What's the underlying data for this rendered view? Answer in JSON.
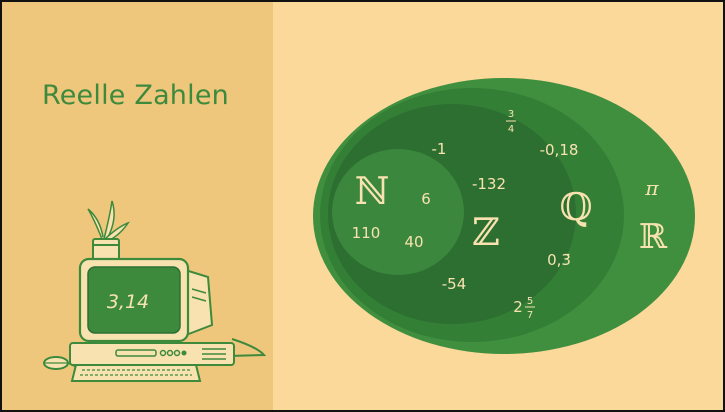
{
  "title": "Reelle Zahlen",
  "screen_value": "3,14",
  "colors": {
    "panel_left": "#efc77c",
    "background": "#fbd99a",
    "set_R": "#3f8f3f",
    "set_Q": "#347f36",
    "set_Z": "#2c6f31",
    "set_N": "#3b873d",
    "text": "#f8e3b0",
    "title": "#3d8a3d"
  },
  "sets": {
    "N": {
      "symbol": "ℕ",
      "members": [
        "6",
        "110",
        "40"
      ]
    },
    "Z": {
      "symbol": "ℤ",
      "members": [
        "-1",
        "-132",
        "-54"
      ]
    },
    "Q": {
      "symbol": "ℚ",
      "members": [
        "-0,18",
        "0,3̄"
      ]
    },
    "R": {
      "symbol": "ℝ",
      "members": [
        "π"
      ]
    }
  },
  "fractions": {
    "three_quarters": {
      "num": "3",
      "den": "4"
    },
    "two_five_sevenths": {
      "whole": "2",
      "num": "5",
      "den": "7"
    }
  },
  "icons": [
    "computer-icon",
    "plant-icon",
    "keyboard-icon",
    "mouse-icon"
  ]
}
